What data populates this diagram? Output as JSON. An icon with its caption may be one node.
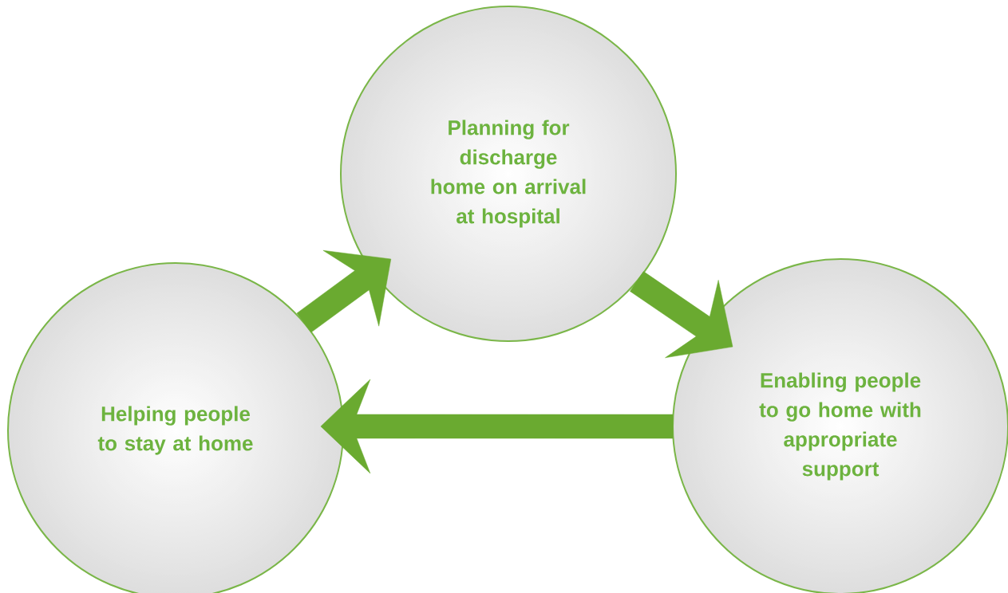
{
  "diagram": {
    "nodes": [
      {
        "text": [
          "Helping people to stay at home"
        ]
      },
      {
        "text": [
          "Planning for discharge home on arrival at hospital"
        ]
      },
      {
        "text": [
          "Enabling people to go home with appropriate support"
        ]
      }
    ],
    "edges": [
      {
        "from": 0,
        "to": 1,
        "arrow": "to"
      },
      {
        "from": 1,
        "to": 2,
        "arrow": "to"
      },
      {
        "from": 2,
        "to": 0,
        "arrow": "to"
      }
    ]
  }
}
